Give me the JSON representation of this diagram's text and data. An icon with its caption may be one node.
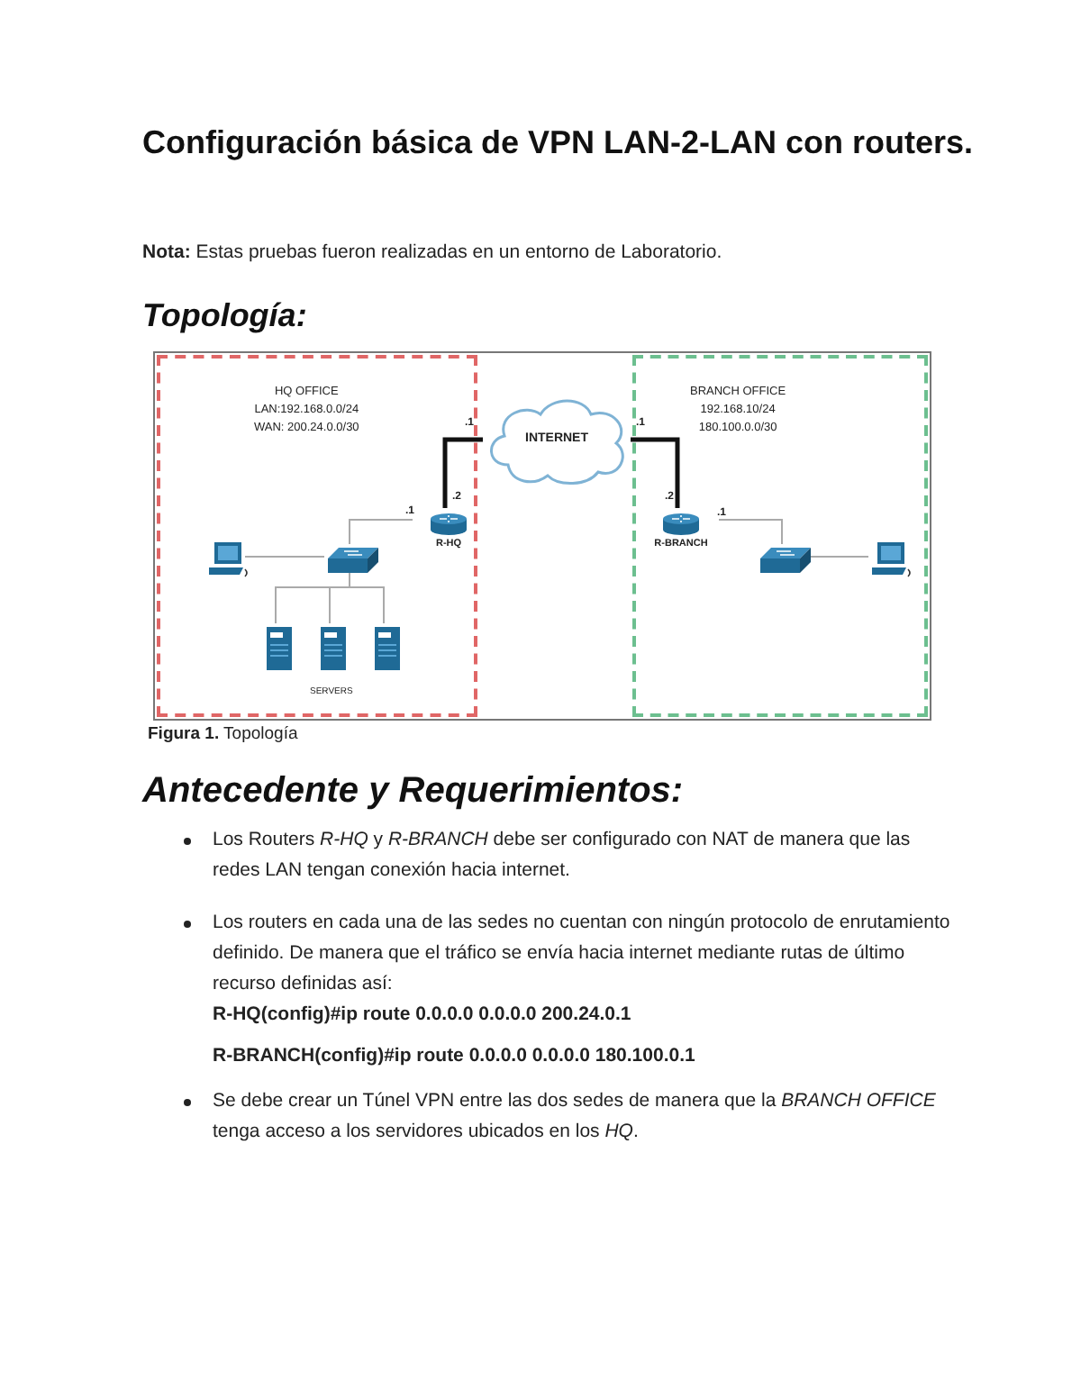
{
  "diagram": {
    "title": "Configuración básica de VPN LAN-2-LAN con routers.",
    "caption": "**Figura 1.** Topología",
    "nodes": [
      {
        "text": [
          "HQ OFFICE",
          "LAN:192.168.0.0/24",
          "WAN: 200.24.0.0/30"
        ]
      },
      {
        "text": [
          "BRANCH OFFICE",
          "192.168.10/24",
          "180.100.0.0/30"
        ]
      },
      {
        "text": [
          "INTERNET"
        ]
      },
      {
        "text": [
          "R-HQ"
        ],
        "in": 0
      },
      {
        "text": [],
        "shape": "box",
        "in": 0
      },
      {
        "text": [],
        "shape": "picture",
        "in": 0
      },
      {
        "text": [],
        "shape": "picture",
        "in": 0
      },
      {
        "text": [],
        "shape": "picture",
        "in": 0
      },
      {
        "text": [],
        "shape": "picture",
        "in": 0
      },
      {
        "text": [
          "R-BRANCH"
        ],
        "in": 1
      },
      {
        "text": [],
        "shape": "box",
        "in": 1
      },
      {
        "text": [],
        "shape": "picture",
        "in": 1
      }
    ],
    "edges": [
      {
        "from": 2,
        "to": 3,
        "arrow": "none",
        "style": "thick",
        "color": "#111111"
      },
      {
        "from": 3,
        "to": 4,
        "arrow": "none"
      },
      {
        "from": 5,
        "to": 4,
        "arrow": "none"
      },
      {
        "from": 4,
        "to": 6,
        "arrow": "none"
      },
      {
        "from": 4,
        "to": 7,
        "arrow": "none"
      },
      {
        "from": 4,
        "to": 8,
        "arrow": "none"
      },
      {
        "from": 2,
        "to": 9,
        "arrow": "none",
        "style": "thick",
        "color": "#111111"
      },
      {
        "from": 9,
        "to": 10,
        "arrow": "none"
      },
      {
        "from": 10,
        "to": 11,
        "arrow": "none"
      }
    ],
    "labels": [
      "**Nota:** Estas pruebas fueron realizadas en un entorno de Laboratorio.",
      "Topología:",
      ".1",
      ".2",
      ".1",
      ".1",
      ".2",
      ".1",
      "SERVERS",
      "Antecedente y Requerimientos:",
      "Los Routers *R-HQ* y *R-BRANCH* debe ser configurado con NAT de manera que las redes LAN tengan conexión hacia internet.",
      "Los routers en cada una de las sedes no cuentan con ningún protocolo de enrutamiento definido. De manera que el tráfico se envía hacia internet mediante rutas de último recurso definidas así:",
      "R-HQ(config)#ip route 0.0.0.0 0.0.0.0 200.24.0.1",
      "R-BRANCH(config)#ip route 0.0.0.0 0.0.0.0 180.100.0.1",
      "Se debe crear un Túnel VPN entre las dos sedes de manera que la *BRANCH OFFICE* tenga acceso a los servidores ubicados en los *HQ*."
    ]
  }
}
